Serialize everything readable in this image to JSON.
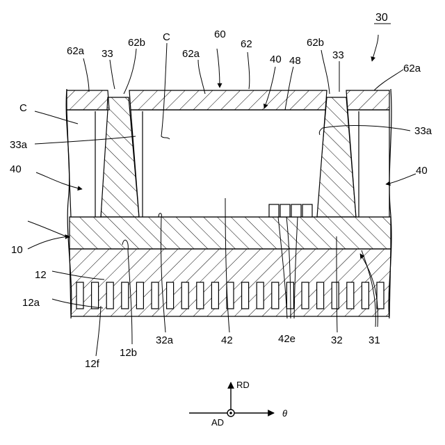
{
  "figure_number": "30",
  "reference_labels": {
    "l_62a_left": "62a",
    "l_33_left": "33",
    "l_62b_left": "62b",
    "l_C_top": "C",
    "l_62a_mid": "62a",
    "l_60": "60",
    "l_62": "62",
    "l_40_top": "40",
    "l_48": "48",
    "l_62b_right": "62b",
    "l_33_right": "33",
    "l_62a_right": "62a",
    "l_C_left": "C",
    "l_33a_left": "33a",
    "l_33a_right": "33a",
    "l_40_left": "40",
    "l_40_right": "40",
    "l_10": "10",
    "l_12": "12",
    "l_12a": "12a",
    "l_12f": "12f",
    "l_12b": "12b",
    "l_32a": "32a",
    "l_42": "42",
    "l_42e": "42e",
    "l_32": "32",
    "l_31": "31"
  },
  "axes": {
    "radial": "RD",
    "axial": "AD",
    "circumferential": "θ"
  }
}
